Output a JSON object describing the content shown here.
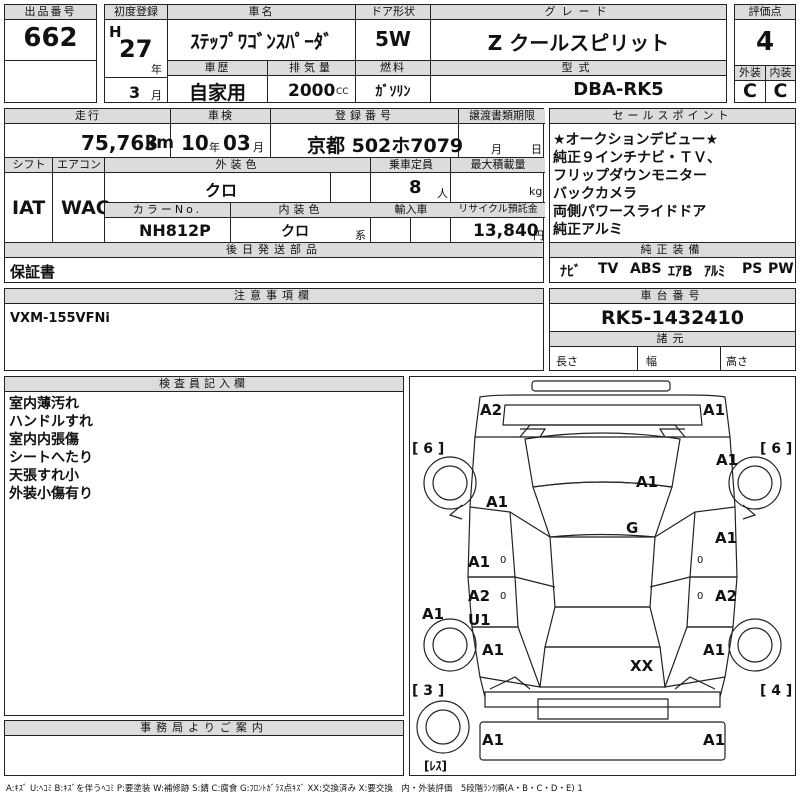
{
  "header": {
    "lot_label": "出品番号",
    "lot_value": "662",
    "first_reg_label": "初度登録",
    "era_prefix": "H",
    "year_value": "27",
    "year_unit": "年",
    "month_value": "3",
    "month_unit": "月",
    "name_label": "車名",
    "name_value": "ｽﾃｯﾌﾟﾜｺﾞﾝｽﾊﾟｰﾀﾞ",
    "door_label": "ドア形状",
    "door_value": "5W",
    "grade_label": "グレード",
    "grade_value": "Z クールスピリット",
    "score_label": "評価点",
    "score_value": "4",
    "history_label": "車歴",
    "history_value": "自家用",
    "displacement_label": "排気量",
    "displacement_value": "2000",
    "displacement_unit": "CC",
    "fuel_label": "燃料",
    "fuel_value": "ｶﾞｿﾘﾝ",
    "model_label": "型式",
    "model_value": "DBA-RK5",
    "exterior_label": "外装",
    "exterior_value": "C",
    "interior_label": "内装",
    "interior_value": "C"
  },
  "row2": {
    "mileage_label": "走行",
    "mileage_value": "75,763",
    "mileage_unit": "km",
    "inspection_label": "車検",
    "inspection_year": "10",
    "inspection_year_unit": "年",
    "inspection_month": "03",
    "inspection_month_unit": "月",
    "plate_label": "登録番号",
    "plate_value": "京都 502ホ7079",
    "transfer_label": "譲渡書類期限",
    "transfer_month_unit": "月",
    "transfer_day_unit": "日",
    "shift_label": "シフト",
    "shift_value": "IAT",
    "ac_label": "エアコン",
    "ac_value": "WAC",
    "color_label": "外装色",
    "color_value": "クロ",
    "capacity_label": "乗車定員",
    "capacity_value": "8",
    "capacity_unit": "人",
    "load_label": "最大積載量",
    "load_unit": "kg",
    "color_no_label": "カラーNo.",
    "color_no_value": "NH812P",
    "int_color_label": "内装色",
    "int_color_value": "クロ",
    "int_color_unit": "系",
    "import_label": "輸入車",
    "recycle_label": "リサイクル預託金",
    "recycle_value": "13,840",
    "recycle_unit": "円",
    "later_label": "後日発送部品",
    "later_value": "保証書"
  },
  "sales": {
    "label": "セールスポイント",
    "lines": [
      "★オークションデビュー★",
      "純正９インチナビ・ＴＶ、",
      "フリップダウンモニター",
      "バックカメラ",
      "両側パワースライドドア",
      "純正アルミ"
    ]
  },
  "equipment": {
    "label": "純正装備",
    "items": [
      "ﾅﾋﾞ",
      "TV",
      "ABS",
      "ｴｱB",
      "ｱﾙﾐ",
      "PS",
      "PW"
    ]
  },
  "caution": {
    "label": "注意事項欄",
    "value": "VXM-155VFNi"
  },
  "chassis": {
    "label": "車台番号",
    "value": "RK5-1432410",
    "spec_label": "諸元",
    "length_label": "長さ",
    "width_label": "幅",
    "height_label": "高さ"
  },
  "inspector": {
    "label": "検査員記入欄",
    "notes": [
      "室内薄汚れ",
      "ハンドルすれ",
      "室内内張傷",
      "シートへたり",
      "天張すれ小",
      "外装小傷有り"
    ]
  },
  "office": {
    "label": "事務局よりご案内"
  },
  "diagram": {
    "tire_fl": "[ 6 ]",
    "tire_fr": "[ 6 ]",
    "tire_rl": "[ 3 ]",
    "tire_rr": "[ 4 ]",
    "spare": "[ﾚｽ]",
    "marks": {
      "front_left": "A2",
      "front_right": "A1",
      "fender_right": "A1",
      "hood": "A1",
      "fender_left": "A1",
      "roof": "G",
      "door_fl": "A1",
      "door_fr": "A1",
      "door_rl1": "A2",
      "door_rl2": "U1",
      "door_rr": "A2",
      "pillar_l": "A1",
      "quarter_l": "A1",
      "quarter_r": "A1",
      "rear": "XX",
      "bumper_rl": "A1",
      "bumper_rr": "A1",
      "zero1": "0",
      "zero2": "0",
      "zero3": "0",
      "zero4": "0"
    }
  },
  "legend": "A:ｷｽﾞ U:ﾍｺﾐ B:ｷｽﾞを伴うﾍｺﾐ P:要塗装 W:補修跡 S:錆 C:腐食 G:ﾌﾛﾝﾄｶﾞﾗｽ点ｷｽﾞ XX:交換済み X:要交換　内・外装評価　5段階ﾗﾝｸ順(A・B・C・D・E) 1"
}
